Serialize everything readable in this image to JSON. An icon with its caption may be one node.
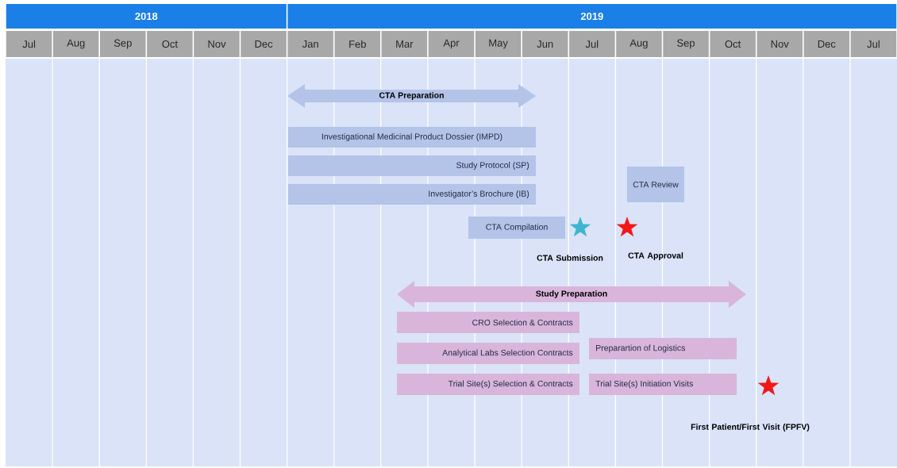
{
  "diagram": {
    "nodes": [
      {
        "text": [
          "CTA Preparation"
        ]
      },
      {
        "text": [
          "Investigational Medicinal Product Dossier (IMPD)"
        ]
      },
      {
        "text": [
          "Study Protocol (SP)"
        ]
      },
      {
        "text": [
          "Investigator’s Brochure (IB)"
        ]
      },
      {
        "text": [
          "CTA Review"
        ]
      },
      {
        "text": [
          "CTA Compilation"
        ]
      },
      {
        "text": [],
        "shape": "star",
        "beside": [
          "CTA Submission"
        ]
      },
      {
        "text": [],
        "shape": "star",
        "beside": [
          "CTA Approval"
        ]
      },
      {
        "text": [
          "Study Preparation"
        ]
      },
      {
        "text": [
          "CRO Selection & Contracts"
        ]
      },
      {
        "text": [
          "Analytical Labs Selection  Contracts"
        ]
      },
      {
        "text": [
          "Preparartion of Logistics"
        ]
      },
      {
        "text": [
          "Trial Site(s) Selection & Contracts"
        ]
      },
      {
        "text": [
          "Trial Site(s) Initiation Visits"
        ]
      },
      {
        "text": [],
        "shape": "star",
        "beside": [
          "First Patient/First Visit (FPFV)"
        ]
      }
    ],
    "labels": [
      "2018",
      "2019",
      "Jul",
      "Aug",
      "Sep",
      "Oct",
      "Nov",
      "Dec",
      "Jan",
      "Feb",
      "Mar",
      "Apr",
      "May",
      "Jun",
      "Jul",
      "Aug",
      "Sep",
      "Oct",
      "Nov",
      "Dec",
      "Jul"
    ]
  }
}
